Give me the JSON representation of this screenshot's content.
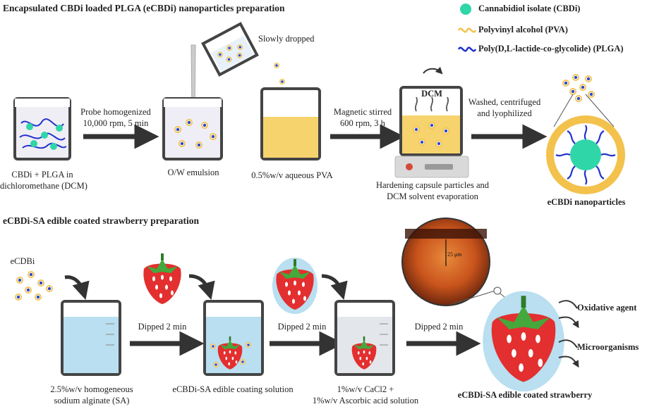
{
  "section1": {
    "title": "Encapsulated CBDi loaded PLGA (eCBDi) nanoparticles preparation",
    "step1_label_line1": "CBDi + PLGA in",
    "step1_label_line2": "dichloromethane (DCM)",
    "arrow1_line1": "Probe homogenized",
    "arrow1_line2": "10,000 rpm, 5 min",
    "step2_label": "O/W emulsion",
    "slowly_dropped": "Slowly dropped",
    "step3_label": "0.5%w/v aqueous PVA",
    "arrow3_line1": "Magnetic stirred",
    "arrow3_line2": "600 rpm, 3 h",
    "dcm_label": "DCM",
    "step4_label_line1": "Hardening capsule particles and",
    "step4_label_line2": "DCM solvent evaporation",
    "arrow4_line1": "Washed, centrifuged",
    "arrow4_line2": "and lyophilized",
    "final_label": "eCBDi nanoparticles"
  },
  "legend": {
    "items": [
      {
        "label": "Cannabidiol isolate (CBDi)",
        "icon": "green-circle-icon",
        "color": "#2fd6a8"
      },
      {
        "label": "Polyvinyl alcohol (PVA)",
        "icon": "yellow-squiggle-icon",
        "color": "#f3c24c"
      },
      {
        "label": "Poly(D,L-lactide-co-glycolide) (PLGA)",
        "icon": "blue-squiggle-icon",
        "color": "#2233cc"
      }
    ]
  },
  "section2": {
    "title": "eCBDi-SA edible coated strawberry preparation",
    "ecdbi_label": "eCDBi",
    "arrow1": "Dipped 2 min",
    "arrow2": "Dipped 2 min",
    "arrow3": "Dipped 2 min",
    "beaker1_line1": "2.5%w/v homogeneous",
    "beaker1_line2": "sodium alginate (SA)",
    "beaker2_label": "eCBDi-SA edible coating solution",
    "beaker3_line1": "1%w/v CaCl2 +",
    "beaker3_line2": "1%w/v Ascorbic acid solution",
    "final_label": "eCBDi-SA edible coated strawberry",
    "thickness_label": "25 μm",
    "oxidative": "Oxidative agent",
    "microorganisms": "Microorganisms"
  },
  "colors": {
    "glass": "#444444",
    "pva_fill": "#f6d36d",
    "particle": "#2a48c6",
    "particle_ring": "#f3c24c",
    "sa_fill": "#b9dff0",
    "strawberry": "#e32f2f",
    "leaf": "#44a83c",
    "arrow": "#333333"
  }
}
